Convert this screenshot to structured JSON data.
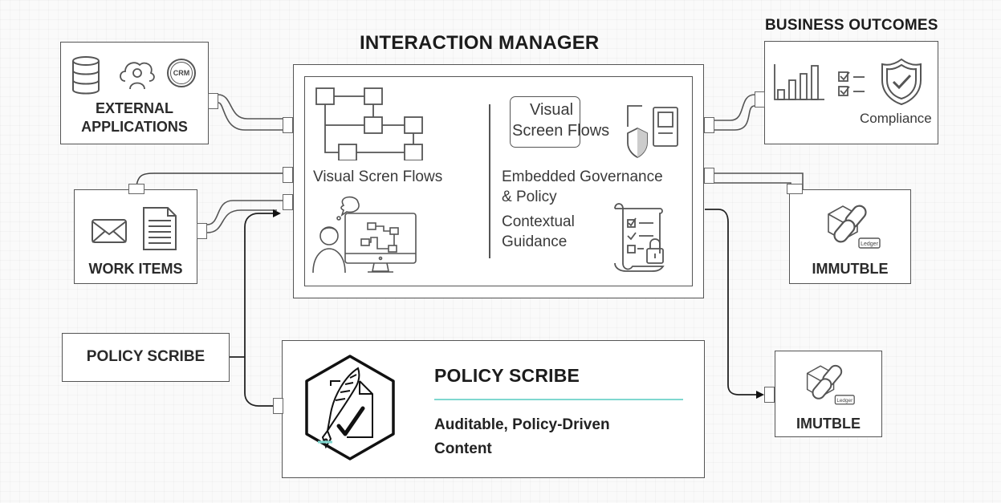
{
  "diagram": {
    "title": "INTERACTION MANAGER",
    "accent_color": "#7fd8d0",
    "external_applications": {
      "label_line1": "EXTERNAL",
      "label_line2": "APPLICATIONS",
      "icons": [
        "database-icon",
        "cloud-user-icon",
        "crm-icon"
      ],
      "crm_text": "CRM"
    },
    "work_items": {
      "label": "WORK ITEMS",
      "icons": [
        "envelope-icon",
        "document-icon"
      ]
    },
    "policy_scribe_small": {
      "label": "POLICY SCRIBE"
    },
    "interaction_manager": {
      "left_panel": {
        "caption": "Visual Scren Flows",
        "icons": [
          "flowchart-icon",
          "user-at-computer-icon"
        ]
      },
      "right_panel": {
        "badge_line1": "Visual",
        "badge_line2": "Screen Flows",
        "governance_line1": "Embedded Governance",
        "governance_line2": "& Policy",
        "guidance_line1": "Contextual",
        "guidance_line2": "Guidance",
        "icons": [
          "shield-document-icon",
          "checklist-scroll-lock-icon"
        ]
      }
    },
    "business_outcomes": {
      "title": "BUSINESS OUTCOMES",
      "compliance_label": "Compliance",
      "icons": [
        "bar-chart-icon",
        "checklist-icon",
        "shield-check-icon"
      ]
    },
    "immutable_top": {
      "label": "IMMUTBLE",
      "ledger_tag": "Ledger"
    },
    "immutable_bottom": {
      "label": "IMUTBLE",
      "ledger_tag": "Ledger"
    },
    "policy_scribe_main": {
      "title": "POLICY SCRIBE",
      "description_line1": "Auditable, Policy-Driven",
      "description_line2": "Content",
      "icon": "quill-document-check-icon"
    }
  }
}
